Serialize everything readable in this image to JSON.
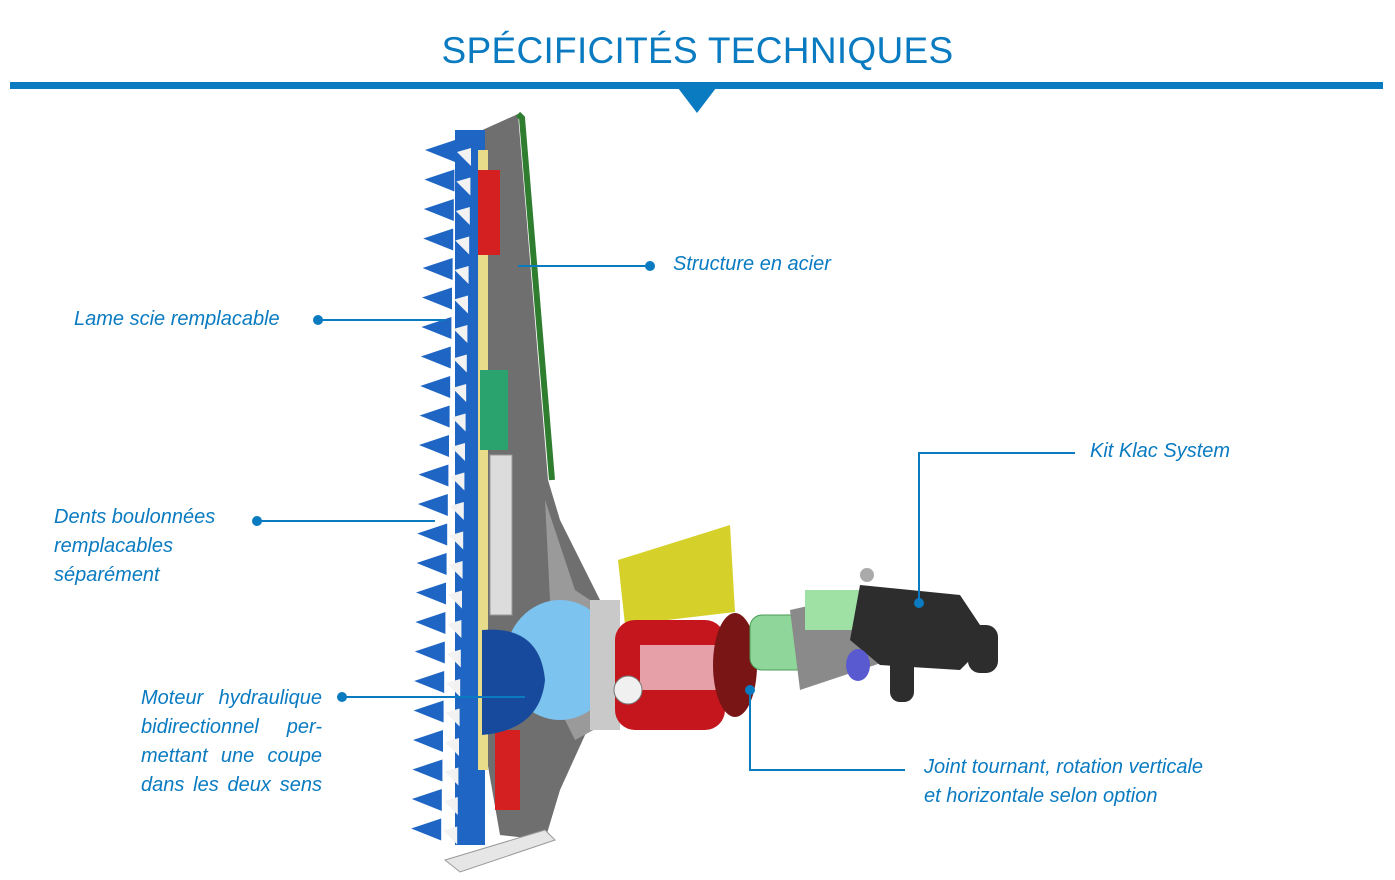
{
  "title": "SPÉCIFICITÉS TECHNIQUES",
  "colors": {
    "accent": "#0a7bc1"
  },
  "callouts": {
    "structure": "Structure en acier",
    "lame": "Lame scie remplacable",
    "dents": [
      "Dents boulonnées",
      "remplacables",
      "séparément"
    ],
    "moteur": [
      "Moteur hydraulique",
      "bidirectionnel   per-",
      "mettant une coupe",
      "dans les deux sens"
    ],
    "kit": "Kit Klac System",
    "joint": [
      "Joint tournant, rotation verticale",
      "et horizontale selon option"
    ]
  }
}
